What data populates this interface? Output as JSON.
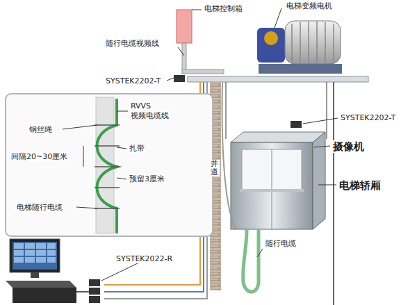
{
  "diagram": {
    "labels": [
      "电梯控制箱",
      "电梯变频电机",
      "随行电缆视频线",
      "SYSTEK2202-T",
      "RVVS",
      "视频电缆线",
      "钢丝绳",
      "扎带",
      "间隔20~30厘米",
      "预留3厘米",
      "电梯随行电缆",
      "井道",
      "SYSTEK2202-T",
      "摄像机",
      "电梯轿厢",
      "随行电缆",
      "SYSTEK2022-R"
    ]
  }
}
